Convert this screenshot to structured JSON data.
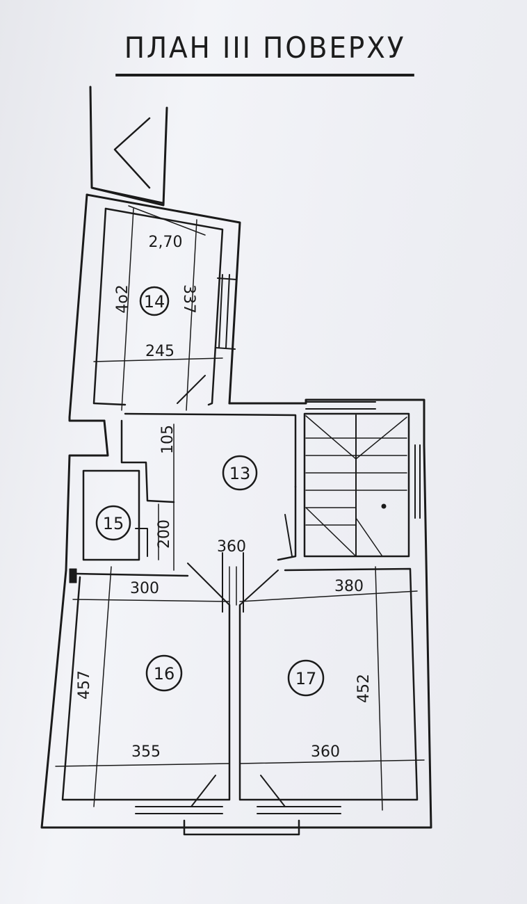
{
  "title": "ПЛАН III ПОВЕРХУ",
  "rooms": [
    {
      "number": "14",
      "dims": [
        "2,70",
        "4о2",
        "337",
        "245"
      ]
    },
    {
      "number": "13",
      "dims": [
        "105",
        "360"
      ]
    },
    {
      "number": "15",
      "dims": [
        "200"
      ]
    },
    {
      "number": "16",
      "dims": [
        "300",
        "457",
        "355"
      ]
    },
    {
      "number": "17",
      "dims": [
        "380",
        "452",
        "360"
      ]
    }
  ]
}
